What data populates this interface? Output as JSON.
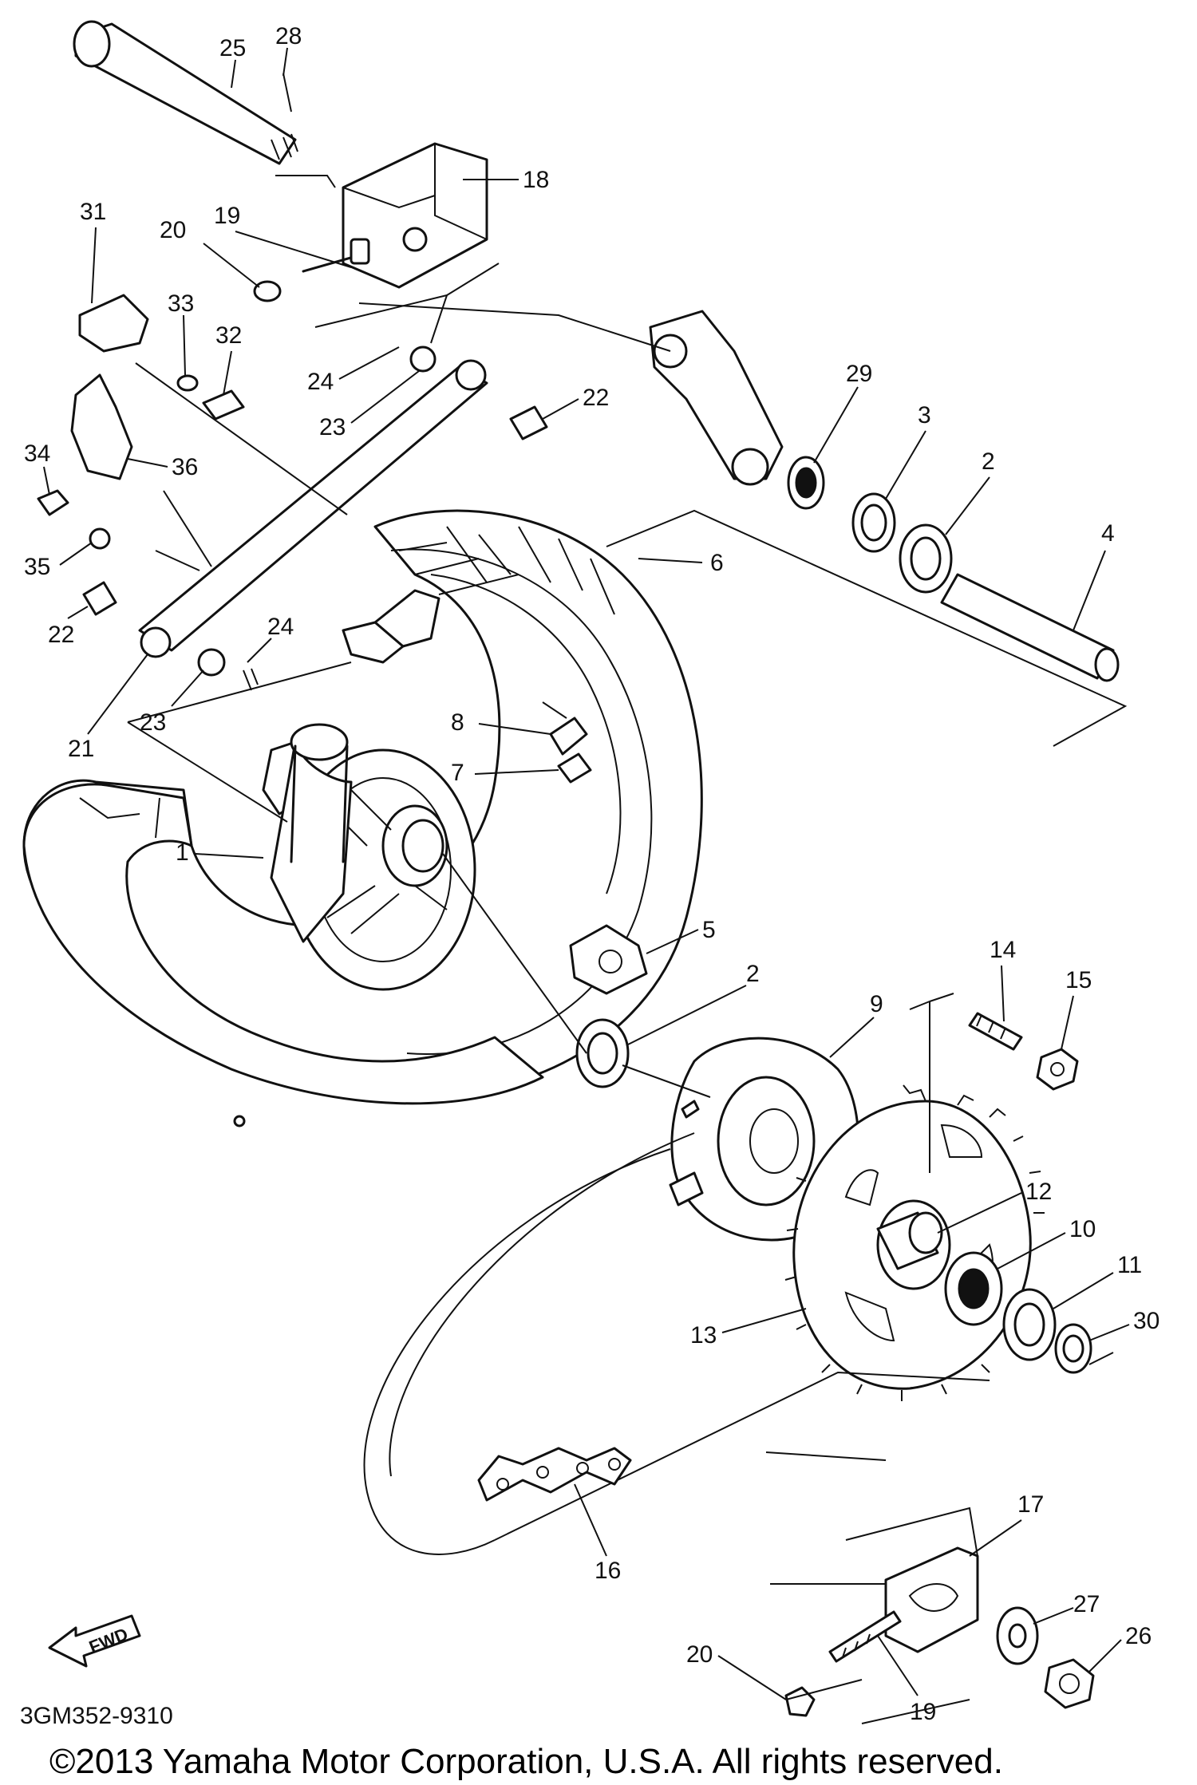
{
  "diagram": {
    "code": "3GM352-9310",
    "copyright": "©2013 Yamaha Motor Corporation, U.S.A. All rights reserved.",
    "direction_marker": "FWD",
    "callouts": [
      "1",
      "2",
      "2",
      "3",
      "4",
      "5",
      "6",
      "7",
      "8",
      "9",
      "10",
      "11",
      "12",
      "13",
      "14",
      "15",
      "16",
      "17",
      "18",
      "19",
      "19",
      "20",
      "20",
      "21",
      "22",
      "22",
      "23",
      "23",
      "24",
      "24",
      "25",
      "26",
      "27",
      "28",
      "29",
      "30",
      "31",
      "32",
      "33",
      "34",
      "35",
      "36"
    ]
  }
}
